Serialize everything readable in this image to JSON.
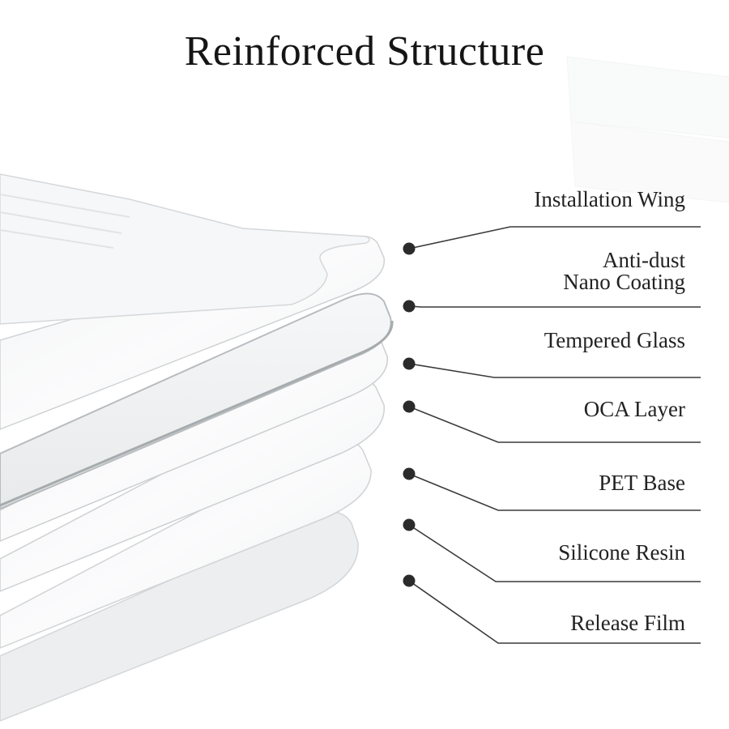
{
  "title": "Reinforced Structure",
  "layers": [
    {
      "label": "Installation Wing"
    },
    {
      "label": "Anti-dust",
      "label_line2": "Nano Coating"
    },
    {
      "label": "Tempered Glass"
    },
    {
      "label": "OCA Layer"
    },
    {
      "label": "PET Base"
    },
    {
      "label": "Silicone Resin"
    },
    {
      "label": "Release Film"
    }
  ],
  "colors": {
    "title": "#151515",
    "label": "#222222",
    "dot": "#2b2b2b",
    "leader": "#3a3a3a"
  }
}
